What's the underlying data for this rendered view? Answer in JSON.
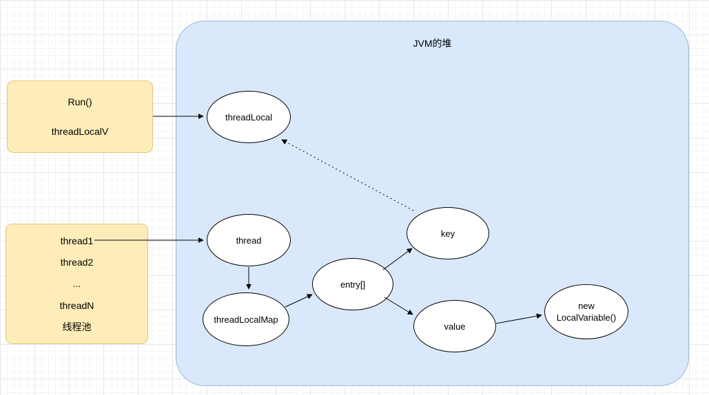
{
  "diagram": {
    "heap": {
      "title": "JVM的堆"
    },
    "notes": {
      "run_note": {
        "lines": [
          "Run()",
          "threadLocalV"
        ]
      },
      "pool_note": {
        "lines": [
          "thread1",
          "thread2",
          "...",
          "threadN",
          "线程池"
        ]
      }
    },
    "nodes": {
      "threadLocal": "threadLocal",
      "thread": "thread",
      "threadLocalMap": "threadLocalMap",
      "entry": "entry[]",
      "key": "key",
      "value": "value",
      "localVariable": "new\nLocalVariable()"
    },
    "colors": {
      "heap_fill": "#dae8fc",
      "heap_border": "#9cb6d4",
      "note_fill": "#ffedb9",
      "note_border": "#e3c379",
      "node_fill": "#ffffff",
      "node_border": "#000000",
      "edge_color": "#000000"
    }
  }
}
